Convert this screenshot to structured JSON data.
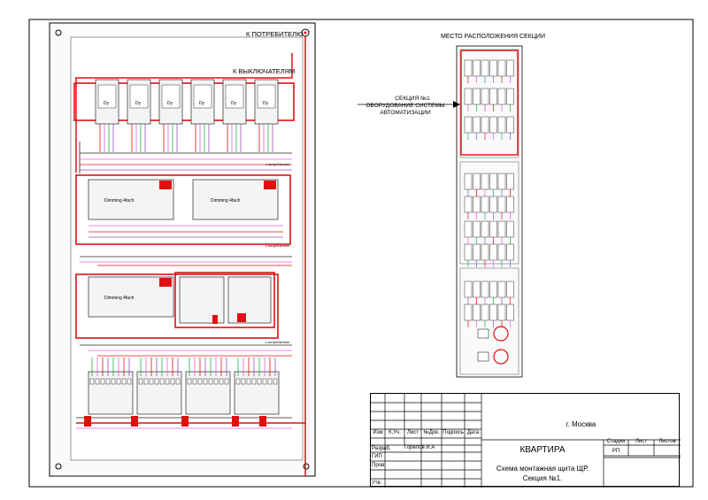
{
  "diagram": {
    "top_label_consumer": "К ПОТРЕБИТЕЛЮ",
    "top_label_switches": "К ВЫКЛЮЧАТЕЛЯМ",
    "dimmer_module_label": "Dy",
    "dimmer_actuator_label": "Dimming 4fach",
    "wire_label": "к потребителю",
    "location_title": "МЕСТО РАСПОЛОЖЕНИЯ СЕКЦИИ",
    "section_label_line1": "СЕКЦИЯ №1",
    "section_label_line2": "ОБОРУДОВАНИЕ СИСТЕМЫ",
    "section_label_line3": "АВТОМАТИЗАЦИИ",
    "colors": {
      "red": "#e01010",
      "pink": "#e060e0",
      "green": "#20b040",
      "purple": "#9050c0",
      "dark": "#222222"
    }
  },
  "stamp": {
    "city": "г. Москва",
    "object": "КВАРТИРА",
    "title_line1": "Схема монтажная щита ЩР.",
    "title_line2": "Секция №1.",
    "col_izm": "Изм",
    "col_kuch": "К.Уч.",
    "col_list": "Лист",
    "col_ndok": "№Док.",
    "col_podpis": "Подпись",
    "col_data": "Дата",
    "row_razrab": "Разраб.",
    "row_gip": "ГИП",
    "row_prov": "Пров.",
    "row_utv": "Утв.",
    "author": "Горелов И.А",
    "stadia_h": "Стадия",
    "list_h": "Лист",
    "listov_h": "Листов",
    "stadia_v": "РП"
  }
}
